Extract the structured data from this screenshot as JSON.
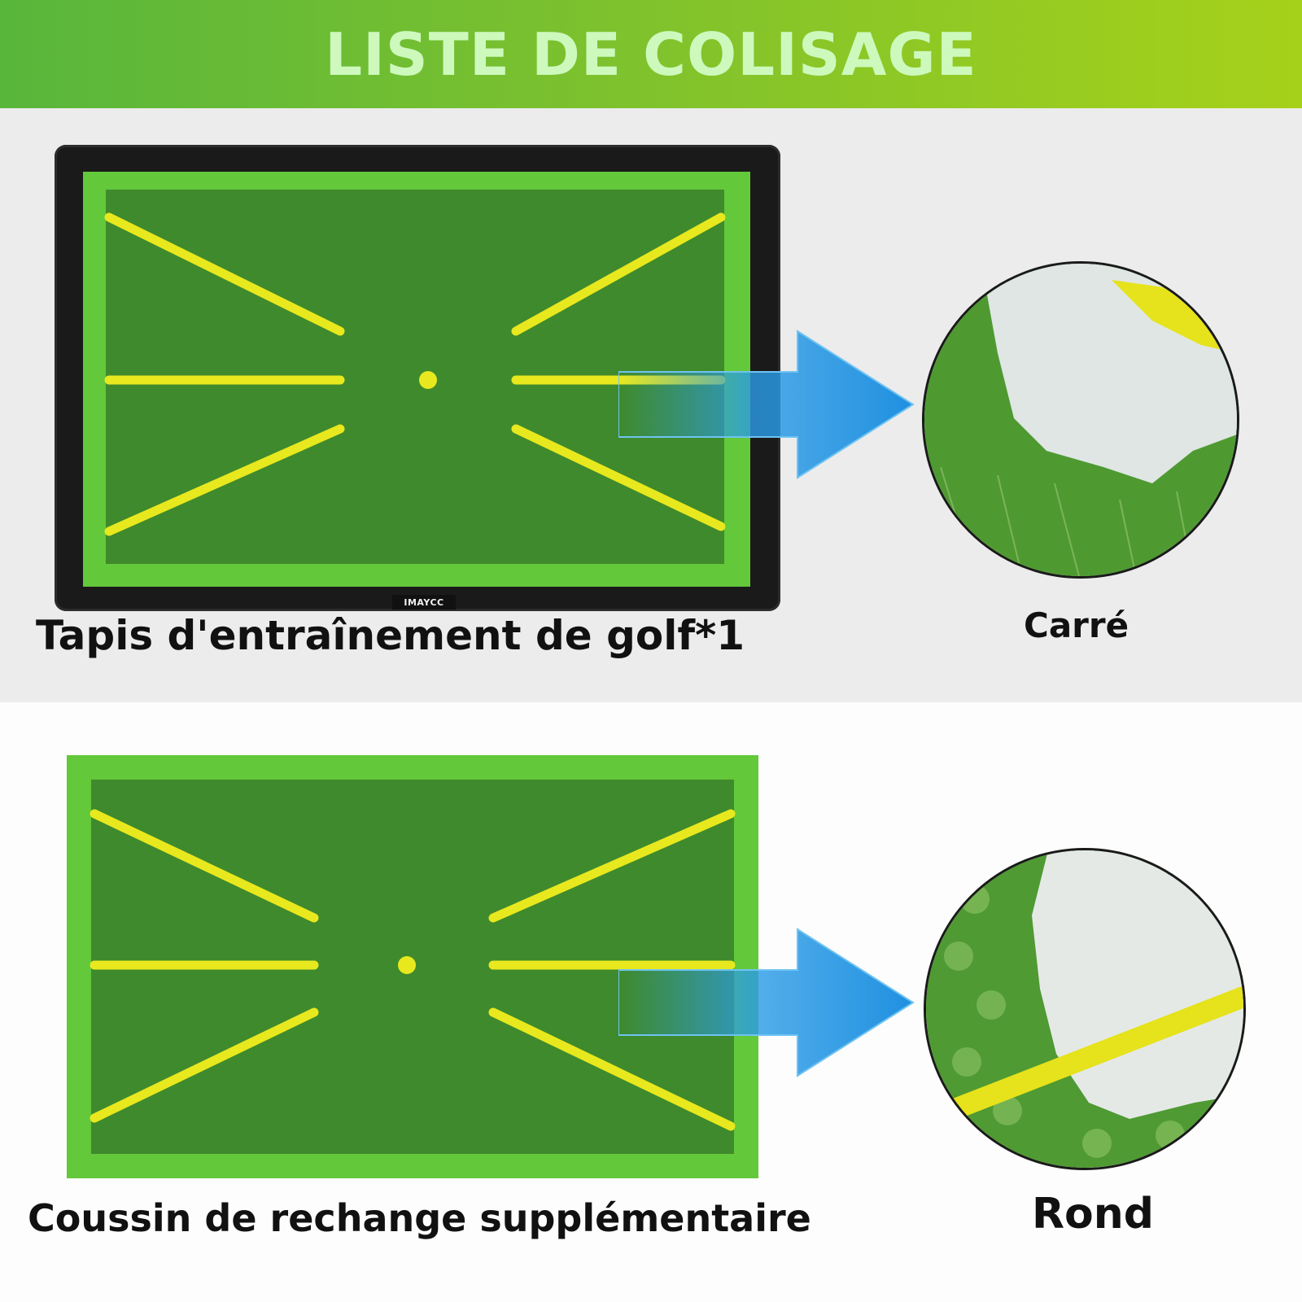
{
  "header": {
    "title": "LISTE DE COLISAGE"
  },
  "items": [
    {
      "label": "Tapis d'entraînement de golf*1",
      "brand": "IMAYCC",
      "zoom_label": "Carré"
    },
    {
      "label": "Coussin de rechange supplémentaire",
      "zoom_label": "Rond"
    }
  ],
  "colors": {
    "header_green": "#6fbf35",
    "mat_green": "#3f8a2c",
    "mat_border": "#63c83a",
    "guide_yellow": "#e8e81e",
    "arrow_blue": "#2b9be6"
  },
  "icons": [
    "right-arrow-icon",
    "right-arrow-icon"
  ]
}
